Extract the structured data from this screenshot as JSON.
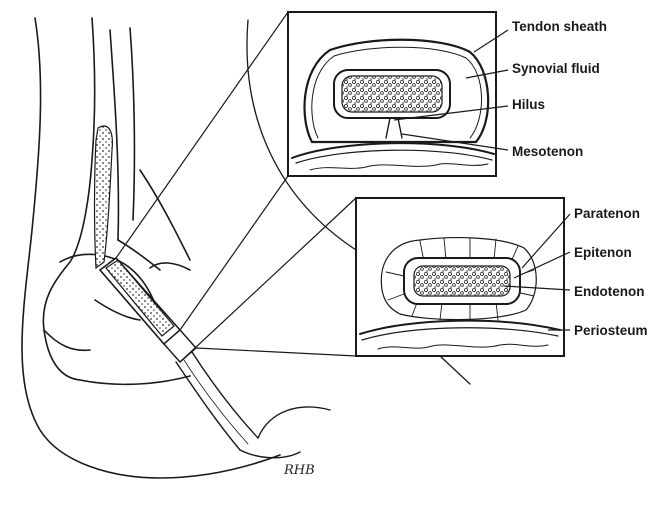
{
  "labels": {
    "tendon_sheath": "Tendon sheath",
    "synovial_fluid": "Synovial fluid",
    "hilus": "Hilus",
    "mesotenon": "Mesotenon",
    "paratenon": "Paratenon",
    "epitenon": "Epitenon",
    "endotenon": "Endotenon",
    "periosteum": "Periosteum"
  },
  "signature": "RHB",
  "colors": {
    "ink": "#1a1a1a",
    "background": "#ffffff"
  }
}
